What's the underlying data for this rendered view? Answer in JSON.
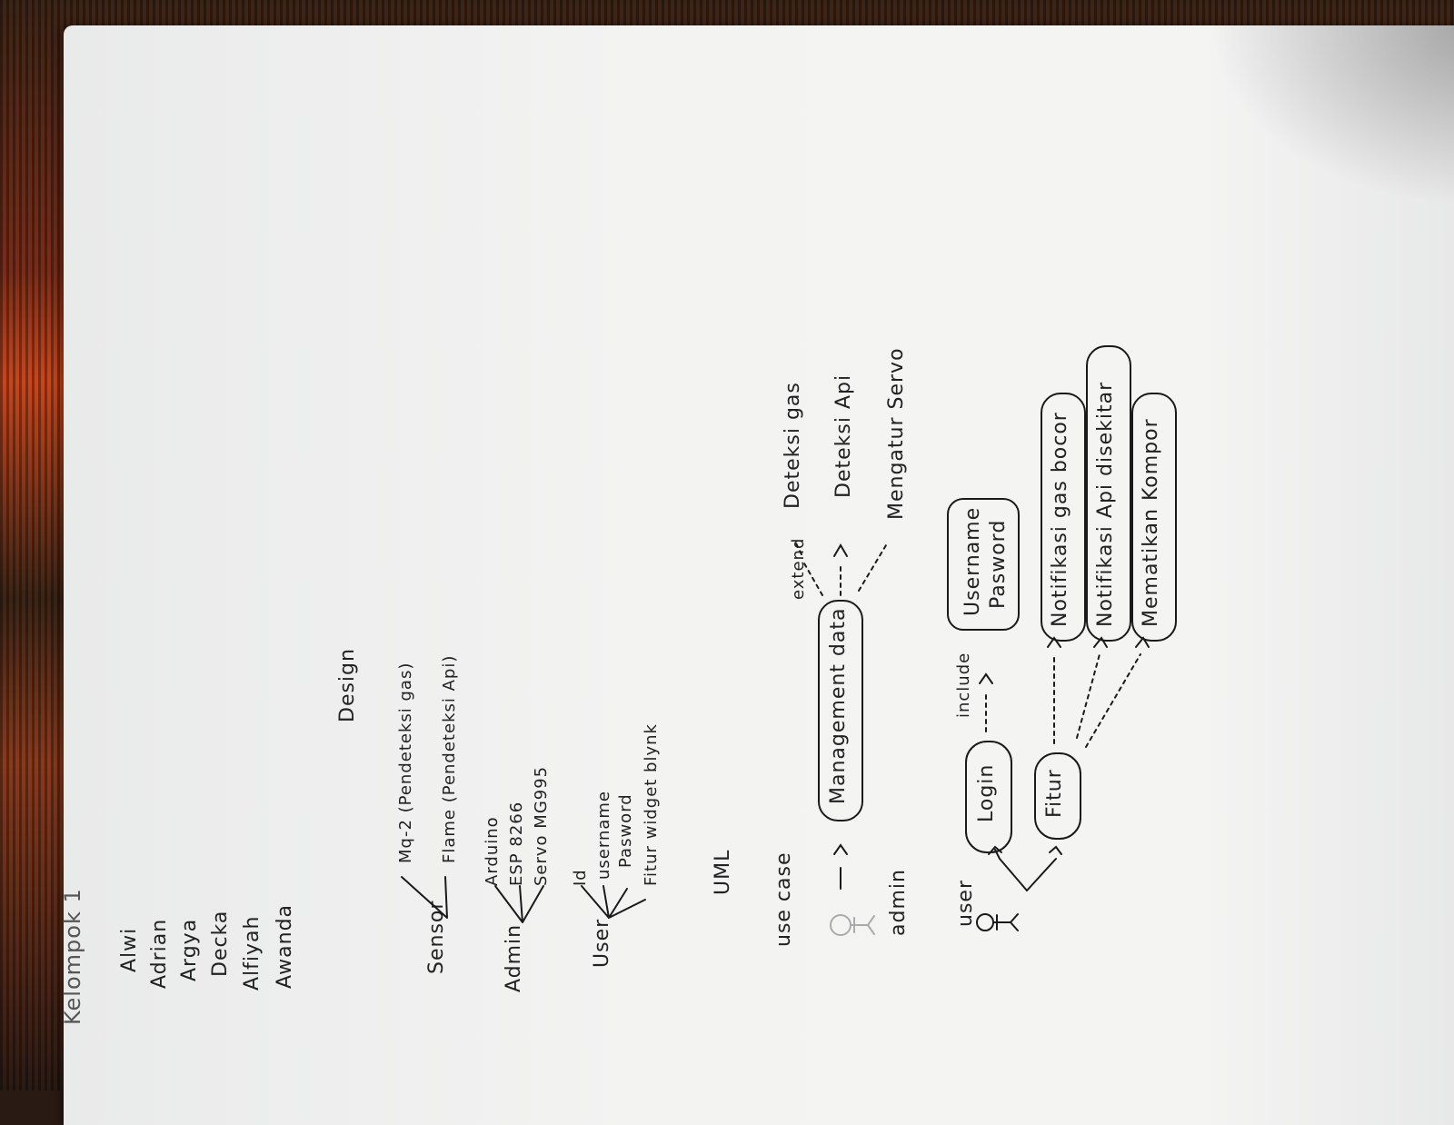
{
  "title": "Kelompok 1",
  "members": [
    "Alwi",
    "Adrian",
    "Argya",
    "Decka",
    "Alfiyah",
    "Awanda"
  ],
  "design": {
    "heading": "Design",
    "sensor": {
      "label": "Sensor",
      "items": [
        "Mq-2 (Pendeteksi gas)",
        "Flame (Pendeteksi Api)"
      ]
    },
    "admin": {
      "label": "Admin",
      "items": [
        "Arduino",
        "ESP 8266",
        "Servo MG995"
      ]
    },
    "user": {
      "label": "User",
      "items": [
        "Id",
        "username",
        "Pasword"
      ]
    },
    "widget": "Fitur widget blynk"
  },
  "uml": {
    "heading": "UML",
    "use_case": "use case",
    "admin_actor": "admin",
    "user_actor": "user",
    "management": "Management data",
    "extend_label": "extend",
    "admin_ext": [
      "Deteksi gas",
      "Deteksi Api",
      "Mengatur Servo"
    ],
    "login": "Login",
    "include_label": "include",
    "credentials": [
      "Username",
      "Pasword"
    ],
    "fitur": "Fitur",
    "fitur_items": [
      "Notifikasi gas bocor",
      "Notifikasi Api disekitar",
      "Mematikan Kompor"
    ]
  }
}
